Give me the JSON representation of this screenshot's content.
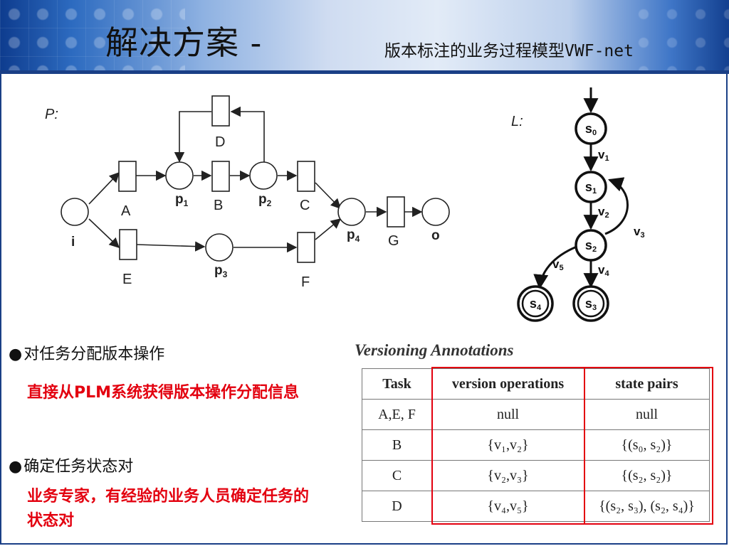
{
  "title": {
    "main": "解决方案 -",
    "sub": "版本标注的业务过程模型VWF-net"
  },
  "petri": {
    "label": "P:",
    "transitions": {
      "A": "A",
      "B": "B",
      "C": "C",
      "D": "D",
      "E": "E",
      "F": "F",
      "G": "G"
    },
    "places": {
      "i": "i",
      "p1": "p",
      "p1_sub": "1",
      "p2": "p",
      "p2_sub": "2",
      "p3": "p",
      "p3_sub": "3",
      "p4": "p",
      "p4_sub": "4",
      "o": "o"
    }
  },
  "lts": {
    "label": "L:",
    "states": [
      "s",
      "s",
      "s",
      "s",
      "s"
    ],
    "state_subs": [
      "0",
      "1",
      "2",
      "3",
      "4"
    ],
    "edges": [
      "v",
      "v",
      "v",
      "v",
      "v"
    ],
    "edge_subs": [
      "1",
      "2",
      "3",
      "4",
      "5"
    ]
  },
  "bullets": [
    {
      "dot": "●",
      "text": "对任务分配版本操作",
      "note": "直接从PLM系统获得版本操作分配信息"
    },
    {
      "dot": "●",
      "text": "确定任务状态对",
      "note": "业务专家，有经验的业务人员确定任务的状态对"
    }
  ],
  "annotations": {
    "title": "Versioning Annotations",
    "headers": [
      "Task",
      "version operations",
      "state pairs"
    ],
    "rows": [
      [
        "A,E, F",
        "null",
        "null"
      ],
      [
        "B",
        "{v₁,v₂}",
        "{(s₀, s₂)}"
      ],
      [
        "C",
        "{v₂,v₃}",
        "{(s₂, s₂)}"
      ],
      [
        "D",
        "{v₄,v₅}",
        "{(s₂, s₃), (s₂, s₄)}"
      ]
    ]
  },
  "colors": {
    "highlight": "#e3000f",
    "header_dark": "#1a3f86"
  }
}
